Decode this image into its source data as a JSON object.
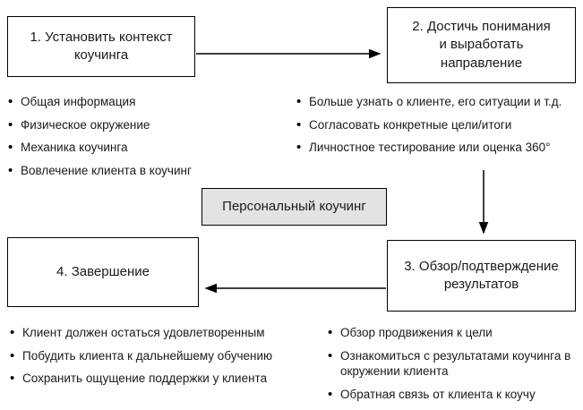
{
  "diagram": {
    "title": "Персональный коучинг",
    "colors": {
      "box_border": "#000000",
      "center_fill": "#e3e3e3",
      "arrow": "#000000"
    },
    "steps": {
      "step1": {
        "label": "1. Установить контекст коучинга"
      },
      "step2": {
        "label": "2. Достичь понимания и выработать направление"
      },
      "step3": {
        "label": "3. Обзор/подтверждение результатов"
      },
      "step4": {
        "label": "4. Завершение"
      }
    },
    "step1_notes": [
      "Общая информация",
      "Физическое окружение",
      "Механика коучинга",
      "Вовлечение клиента в коучинг"
    ],
    "step2_notes": [
      "Больше узнать о клиенте, его ситуации и т.д.",
      "Согласовать конкретные цели/итоги",
      "Личностное тестирование или оценка 360°"
    ],
    "step3_notes": [
      "Обзор продвижения к цели",
      "Ознакомиться с результатами коучинга в окружении клиента",
      "Обратная связь от клиента к коучу"
    ],
    "step4_notes": [
      "Клиент должен остаться удовлетворенным",
      "Побудить клиента к дальнейшему обучению",
      "Сохранить ощущение поддержки у клиента"
    ]
  }
}
